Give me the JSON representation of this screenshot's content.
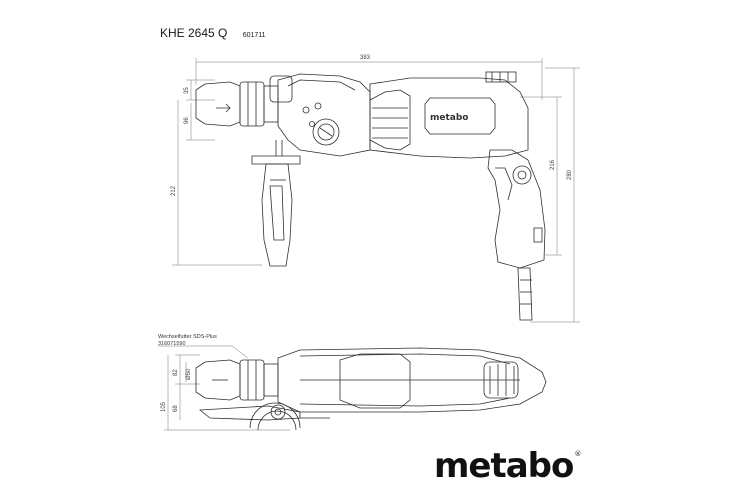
{
  "header": {
    "model": "KHE 2645 Q",
    "code": "601711"
  },
  "dimensions": {
    "top_length": "383",
    "chuck_height": "35",
    "upper_height": "96",
    "handle_height": "212",
    "body_height": "216",
    "total_height": "280",
    "top_view_upper": "82",
    "top_view_lower": "68",
    "top_view_total": "105",
    "collar_dia": "Ø50"
  },
  "annotation": {
    "line1": "Wechselfutter SDS-Plus",
    "line2": "316071590"
  },
  "side_labels": {
    "body_brand": "metabo"
  },
  "brand": {
    "logo": "metabo",
    "reg_mark": "®"
  }
}
